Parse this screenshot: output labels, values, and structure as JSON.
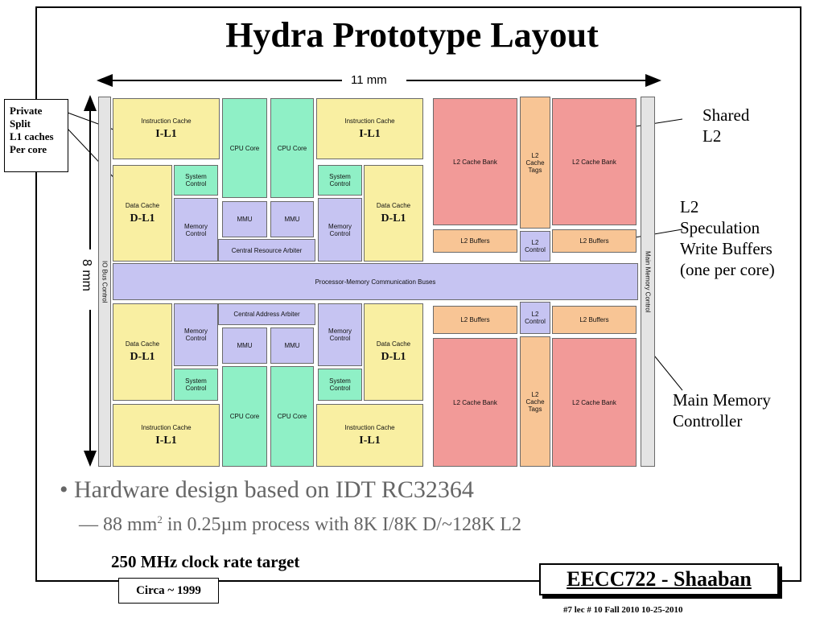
{
  "title": "Hydra Prototype Layout",
  "dimensions": {
    "width": "11 mm",
    "height": "8 mm"
  },
  "blocks": {
    "io_bus_control": "IO Bus Control",
    "main_memory_control": "Main Memory Control",
    "instruction_cache": "Instruction Cache",
    "il1": "I-L1",
    "data_cache": "Data Cache",
    "dl1": "D-L1",
    "cpu_core": "CPU Core",
    "system_control": "System Control",
    "memory_control": "Memory Control",
    "mmu": "MMU",
    "central_resource_arbiter": "Central Resource Arbiter",
    "central_address_arbiter": "Central Address Arbiter",
    "bus": "Processor-Memory Communication Buses",
    "l2_cache_bank": "L2 Cache Bank",
    "l2_cache_tags": "L2 Cache Tags",
    "l2_buffers": "L2 Buffers",
    "l2_control": "L2 Control"
  },
  "callouts": {
    "private": [
      "Private",
      "Split",
      "L1 caches",
      "Per core"
    ],
    "shared": [
      "Shared",
      "L2"
    ],
    "speculation": [
      "L2",
      "Speculation",
      "Write Buffers",
      "(one per core)"
    ],
    "main_memory": [
      "Main Memory",
      "Controller"
    ]
  },
  "bullets": {
    "main": "Hardware design based on IDT RC32364",
    "sub_prefix": "88 mm",
    "sub_sup": "2",
    "sub_suffix": " in 0.25µm process with 8K I/8K D/~128K L2",
    "clock": "250 MHz clock rate target"
  },
  "footer": {
    "circa": "Circa ~ 1999",
    "brand": "EECC722 - Shaaban",
    "slide_info": "#7   lec # 10    Fall 2010   10-25-2010"
  }
}
